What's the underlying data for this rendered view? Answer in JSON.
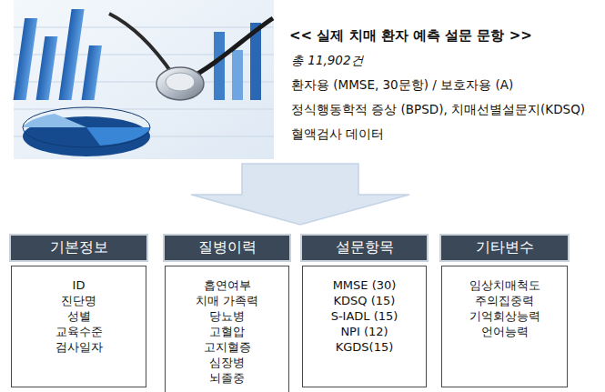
{
  "diagram": {
    "title": "<< 실제 치매 환자 예측 설문 문항 >>",
    "nodes": [
      {
        "text": [
          "기본정보"
        ]
      },
      {
        "text": [
          "ID",
          "진단명",
          "성별",
          "교육수준",
          "검사일자"
        ]
      },
      {
        "text": [
          "질병이력"
        ]
      },
      {
        "text": [
          "흡연여부",
          "치매 가족력",
          "당뇨병",
          "고혈압",
          "고지혈증",
          "심장병",
          "뇌졸중"
        ]
      },
      {
        "text": [
          "설문항목"
        ]
      },
      {
        "text": [
          "MMSE (30)",
          "KDSQ (15)",
          "S-IADL (15)",
          "NPI (12)",
          "KGDS(15)"
        ]
      },
      {
        "text": [
          "기타변수"
        ]
      },
      {
        "text": [
          "임상치매척도",
          "주의집중력",
          "기억회상능력",
          "언어능력"
        ]
      }
    ],
    "labels": [
      "총 11,902건",
      "환자용 (MMSE, 30문항) / 보호자용 (A)",
      "정식행동학적 증상 (BPSD), 치매선별설문지(KDSQ)",
      "혈액검사 데이터"
    ]
  }
}
